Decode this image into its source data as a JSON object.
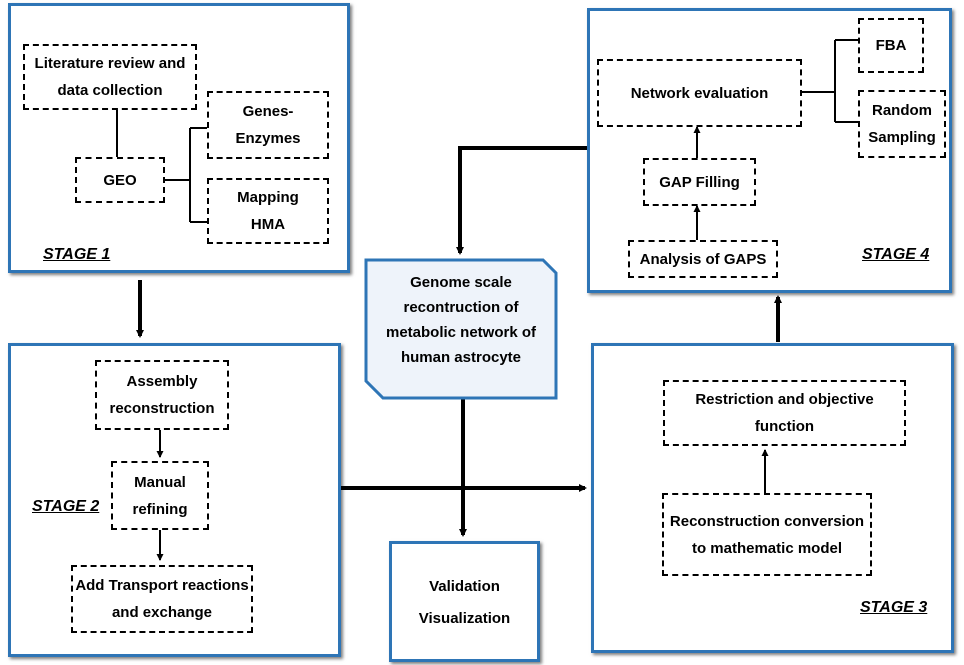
{
  "stage1": {
    "label": "STAGE 1",
    "literature_line1": "Literature review and",
    "literature_line2": "data collection",
    "geo": "GEO",
    "genes_line1": "Genes-",
    "genes_line2": "Enzymes",
    "mapping_line1": "Mapping",
    "mapping_line2": "HMA"
  },
  "stage2": {
    "label": "STAGE 2",
    "assembly_line1": "Assembly",
    "assembly_line2": "reconstruction",
    "manual_line1": "Manual",
    "manual_line2": "refining",
    "transport_line1": "Add Transport reactions",
    "transport_line2": "and exchange"
  },
  "stage3": {
    "label": "STAGE 3",
    "restriction": "Restriction and objective function",
    "conversion_line1": "Reconstruction conversion",
    "conversion_line2": "to mathematic model"
  },
  "stage4": {
    "label": "STAGE 4",
    "network_eval": "Network evaluation",
    "fba": "FBA",
    "random_line1": "Random",
    "random_line2": "Sampling",
    "gap_filling": "GAP Filling",
    "analysis_gaps": "Analysis of GAPS"
  },
  "center": {
    "genome_line1": "Genome scale",
    "genome_line2": "recontruction of",
    "genome_line3": "metabolic network of",
    "genome_line4": "human astrocyte",
    "validation_line1": "Validation",
    "validation_line2": "Visualization"
  },
  "colors": {
    "stage_border": "#2e75b6",
    "genome_fill": "#eef3fa"
  }
}
